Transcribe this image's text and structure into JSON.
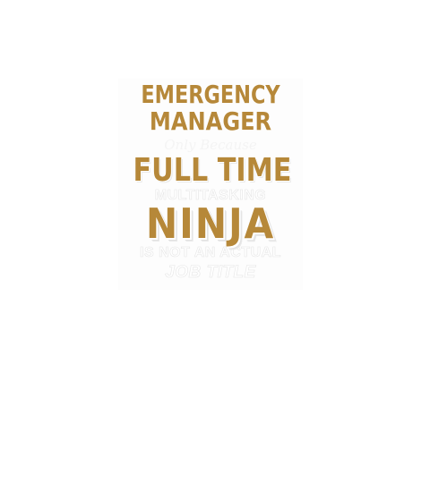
{
  "design": {
    "line1": "Emergency",
    "line2": "Manager",
    "script_line": "Only Because",
    "line3": "Full Time",
    "line4": "Multitasking",
    "line5": "Ninja",
    "line6": "Is not an actual",
    "line7": "Job Title"
  },
  "colors": {
    "gold": "#b68839",
    "faint_white": "#f4f4f4",
    "background": "#ffffff"
  }
}
